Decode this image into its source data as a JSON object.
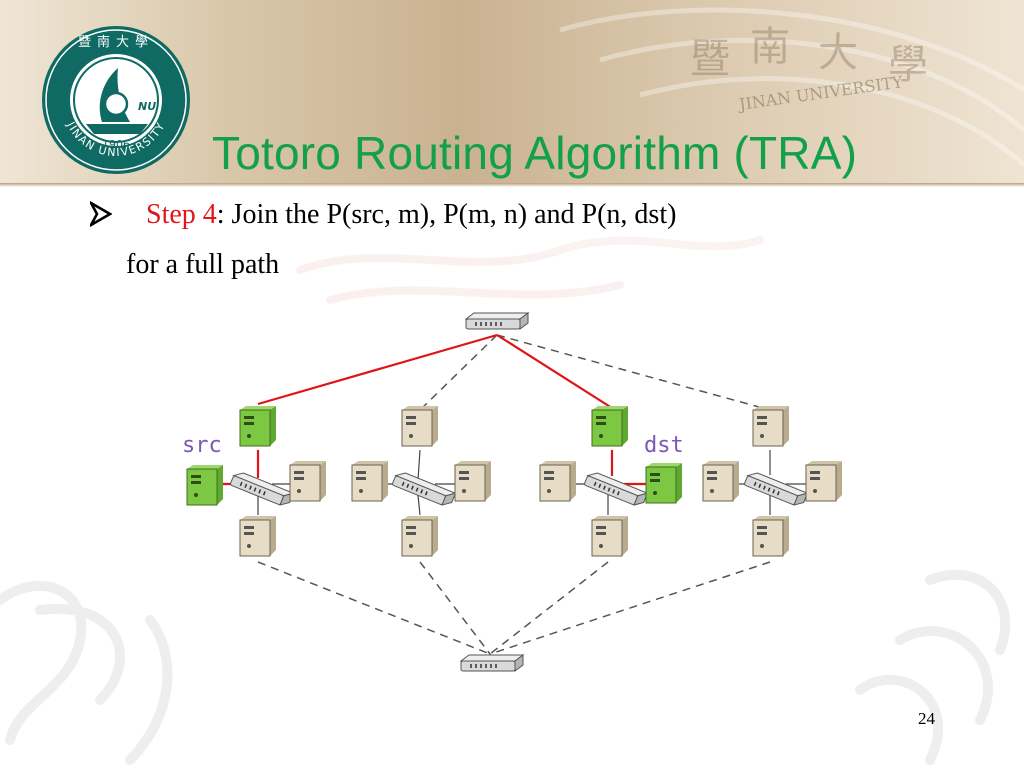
{
  "slide": {
    "title": "Totoro Routing Algorithm (TRA)",
    "bullet": {
      "step_label": "Step 4",
      "text": ": Join the P(src, m), P(m, n) and P(n, dst)",
      "continuation": "for a full path"
    },
    "page_number": "24"
  },
  "logo": {
    "name": "jinan-university-seal-logo",
    "text_arc": "JINAN UNIVERSITY",
    "year": "1906",
    "chinese_name": "暨南大學",
    "monogram": "NU"
  },
  "background_watermark": {
    "chinese_name": "暨南大學",
    "english_name": "JINAN UNIVERSITY"
  },
  "diagram": {
    "labels": {
      "src": "src",
      "dst": "dst"
    },
    "colors": {
      "path": "#e01414",
      "dashed": "#555555",
      "highlight_server": "#7cc843",
      "server": "#e7ddc6",
      "switch": "#d9d9d9"
    }
  },
  "colors": {
    "title": "#12a04a",
    "step_label": "#e0161b",
    "node_label": "#7b58b8"
  }
}
